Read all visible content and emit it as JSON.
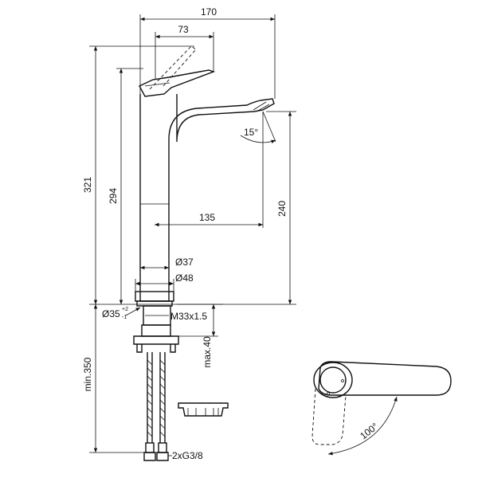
{
  "dimensions": {
    "width_total": "170",
    "handle_offset": "73",
    "height_total": "321",
    "height_spout": "294",
    "tilt_angle": "15°",
    "outlet_height": "240",
    "reach": "135",
    "dia_body": "Ø37",
    "dia_base": "Ø48",
    "dia_hole": "Ø35",
    "dia_hole_tol_plus": "+2",
    "dia_hole_tol_minus": "-1",
    "thread": "M33x1.5",
    "max_deck": "max.40",
    "min_hose": "min.350",
    "connection": "2xG3/8",
    "rotation_angle": "100°"
  }
}
